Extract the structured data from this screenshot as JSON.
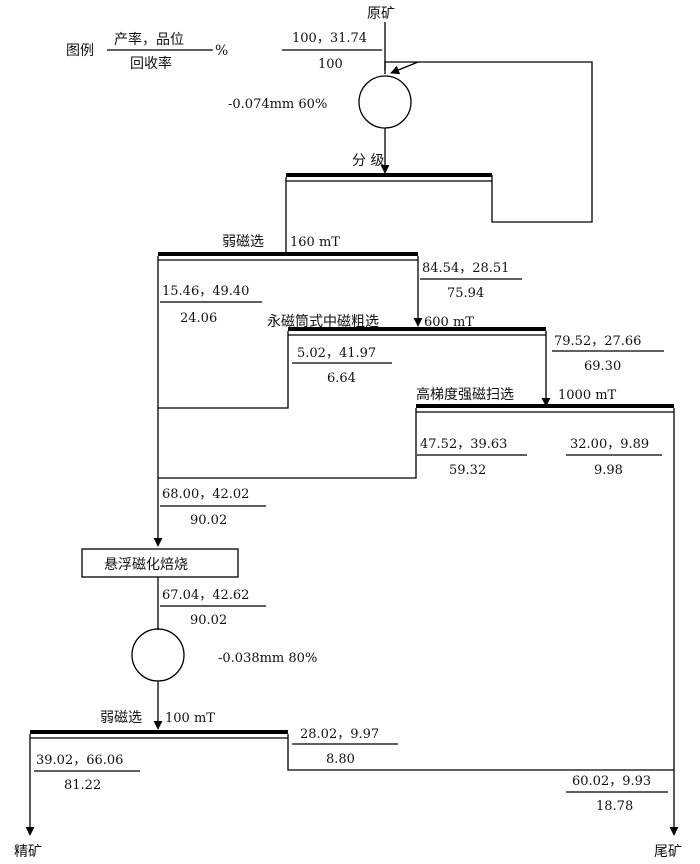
{
  "legend": {
    "prefix": "图例",
    "numerator": "产率，品位",
    "denominator": "回收率",
    "suffix": "%"
  },
  "feed": {
    "label": "原矿",
    "top": "100，31.74",
    "bottom": "100"
  },
  "grinding_1": {
    "label": "-0.074mm 60%"
  },
  "classification": {
    "label": "分  级"
  },
  "lims_1": {
    "label": "弱磁选",
    "field": "160 mT"
  },
  "lims_1_conc": {
    "top": "15.46，49.40",
    "bottom": "24.06"
  },
  "lims_1_tail": {
    "top": "84.54，28.51",
    "bottom": "75.94"
  },
  "rougher": {
    "label": "永磁筒式中磁粗选",
    "field": "600 mT"
  },
  "rougher_conc": {
    "top": "5.02，41.97",
    "bottom": "6.64"
  },
  "rougher_tail": {
    "top": "79.52，27.66",
    "bottom": "69.30"
  },
  "scavenger": {
    "label": "高梯度强磁扫选",
    "field": "1000 mT"
  },
  "scavenger_conc": {
    "top": "47.52，39.63",
    "bottom": "59.32"
  },
  "scavenger_tail": {
    "top": "32.00，9.89",
    "bottom": "9.98"
  },
  "combined_conc": {
    "top": "68.00，42.02",
    "bottom": "90.02"
  },
  "roasting": {
    "label": "悬浮磁化焙烧"
  },
  "roasted": {
    "top": "67.04，42.62",
    "bottom": "90.02"
  },
  "grinding_2": {
    "label": "-0.038mm 80%"
  },
  "lims_2": {
    "label": "弱磁选",
    "field": "100 mT"
  },
  "lims_2_conc": {
    "top": "39.02，66.06",
    "bottom": "81.22"
  },
  "lims_2_tail": {
    "top": "28.02，9.97",
    "bottom": "8.80"
  },
  "final_tail": {
    "top": "60.02，9.93",
    "bottom": "18.78"
  },
  "outputs": {
    "concentrate": "精矿",
    "tailings": "尾矿"
  }
}
